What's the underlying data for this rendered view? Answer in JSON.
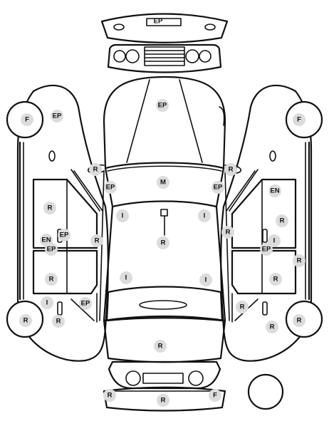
{
  "diagram": {
    "markers": [
      {
        "id": "rear-bumper-top",
        "label": "EP"
      },
      {
        "id": "hood",
        "label": "EP"
      },
      {
        "id": "left-front-wheel",
        "label": "F"
      },
      {
        "id": "left-front-fender",
        "label": "EP"
      },
      {
        "id": "right-front-wheel",
        "label": "F"
      },
      {
        "id": "left-mirror",
        "label": "R"
      },
      {
        "id": "right-mirror",
        "label": "R"
      },
      {
        "id": "left-a-pillar",
        "label": "EP"
      },
      {
        "id": "windshield",
        "label": "M"
      },
      {
        "id": "right-a-pillar",
        "label": "EP"
      },
      {
        "id": "right-front-door-top",
        "label": "EN"
      },
      {
        "id": "left-front-door",
        "label": "R"
      },
      {
        "id": "roof-left-front",
        "label": "I"
      },
      {
        "id": "roof-right-front",
        "label": "I"
      },
      {
        "id": "right-front-door",
        "label": "R"
      },
      {
        "id": "right-door-edge-front",
        "label": "R"
      },
      {
        "id": "right-front-handle",
        "label": "I"
      },
      {
        "id": "left-front-door-handle",
        "label": "EP"
      },
      {
        "id": "left-door-edge-front",
        "label": "R"
      },
      {
        "id": "roof-antenna",
        "label": "R"
      },
      {
        "id": "left-front-door-low",
        "label": "EN"
      },
      {
        "id": "left-b-pillar",
        "label": "EP"
      },
      {
        "id": "right-b-pillar",
        "label": "EP"
      },
      {
        "id": "right-rear-door-edge",
        "label": "R"
      },
      {
        "id": "left-rear-door",
        "label": "R"
      },
      {
        "id": "roof-left-rear",
        "label": "I"
      },
      {
        "id": "roof-right-rear",
        "label": "I"
      },
      {
        "id": "right-rear-door",
        "label": "R"
      },
      {
        "id": "left-rear-handle",
        "label": "I"
      },
      {
        "id": "left-c-pillar",
        "label": "EP"
      },
      {
        "id": "right-c-pillar",
        "label": "R"
      },
      {
        "id": "left-rear-wheel",
        "label": "R"
      },
      {
        "id": "left-rear-sill",
        "label": "R"
      },
      {
        "id": "right-rear-sill",
        "label": "R"
      },
      {
        "id": "right-rear-wheel",
        "label": "R"
      },
      {
        "id": "trunk",
        "label": "R"
      },
      {
        "id": "front-bumper-left",
        "label": "R"
      },
      {
        "id": "front-bumper-center",
        "label": "R"
      },
      {
        "id": "front-bumper-right",
        "label": "F"
      }
    ]
  }
}
